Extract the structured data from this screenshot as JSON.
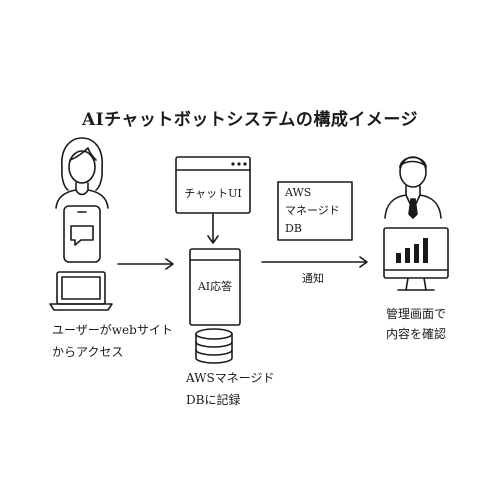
{
  "title": "AIチャットボットシステムの構成イメージ",
  "nodes": {
    "user_caption_line1": "ユーザーがwebサイト",
    "user_caption_line2": "からアクセス",
    "chat_ui_label": "チャットUI",
    "ai_label": "AI応答",
    "db_caption_line1": "AWSマネージド",
    "db_caption_line2": "DBに記録",
    "aws_box_line1": "AWS",
    "aws_box_line2": "マネージド",
    "aws_box_line3": "DB",
    "notify_label": "通知",
    "admin_caption_line1": "管理画面で",
    "admin_caption_line2": "内容を確認"
  }
}
